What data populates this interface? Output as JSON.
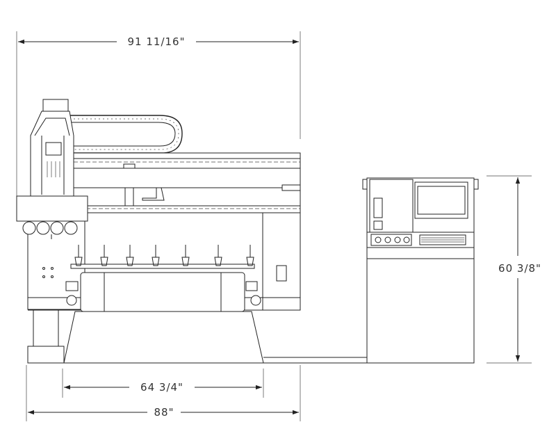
{
  "dimensions": {
    "overall_width": "91 11/16\"",
    "base_width": "64 3/4\"",
    "machine_width": "88\"",
    "console_height": "60 3/8\""
  }
}
